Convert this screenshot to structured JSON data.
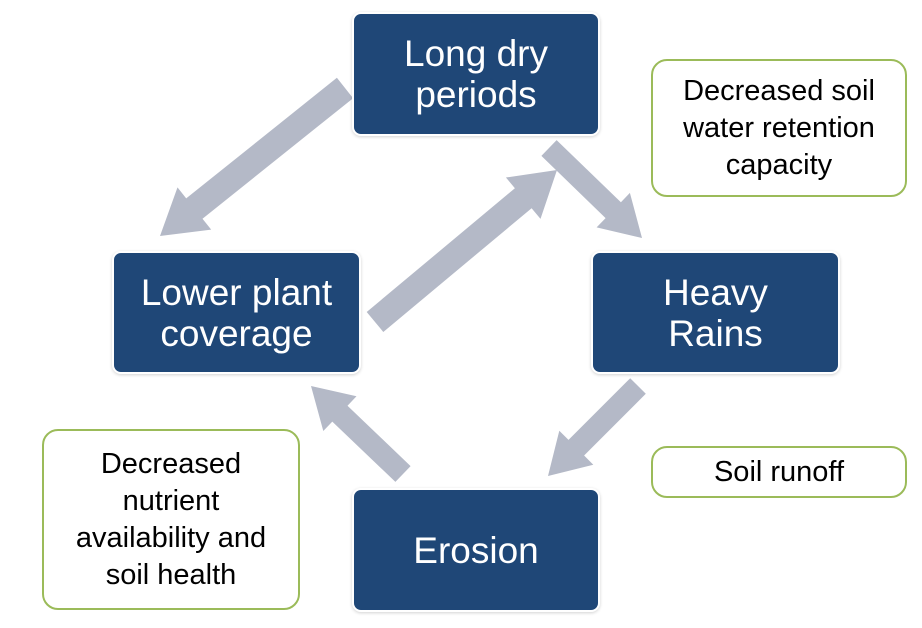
{
  "colors": {
    "node_fill": "#1f4777",
    "node_text": "#ffffff",
    "arrow": "#b4b9c7",
    "note_border": "#9bbb59",
    "note_text": "#000000"
  },
  "nodes": {
    "long_dry": "Long dry\nperiods",
    "heavy_rains": "Heavy\nRains",
    "erosion": "Erosion",
    "lower_plant": "Lower plant\ncoverage"
  },
  "notes": {
    "retention": "Decreased soil\nwater retention\ncapacity",
    "runoff": "Soil runoff",
    "nutrient": "Decreased\nnutrient\navailability and\nsoil health"
  },
  "edges": [
    {
      "from": "long_dry",
      "to": "lower_plant"
    },
    {
      "from": "long_dry",
      "to": "heavy_rains"
    },
    {
      "from": "heavy_rains",
      "to": "erosion"
    },
    {
      "from": "erosion",
      "to": "lower_plant"
    },
    {
      "from": "lower_plant",
      "to": "long_dry"
    }
  ]
}
